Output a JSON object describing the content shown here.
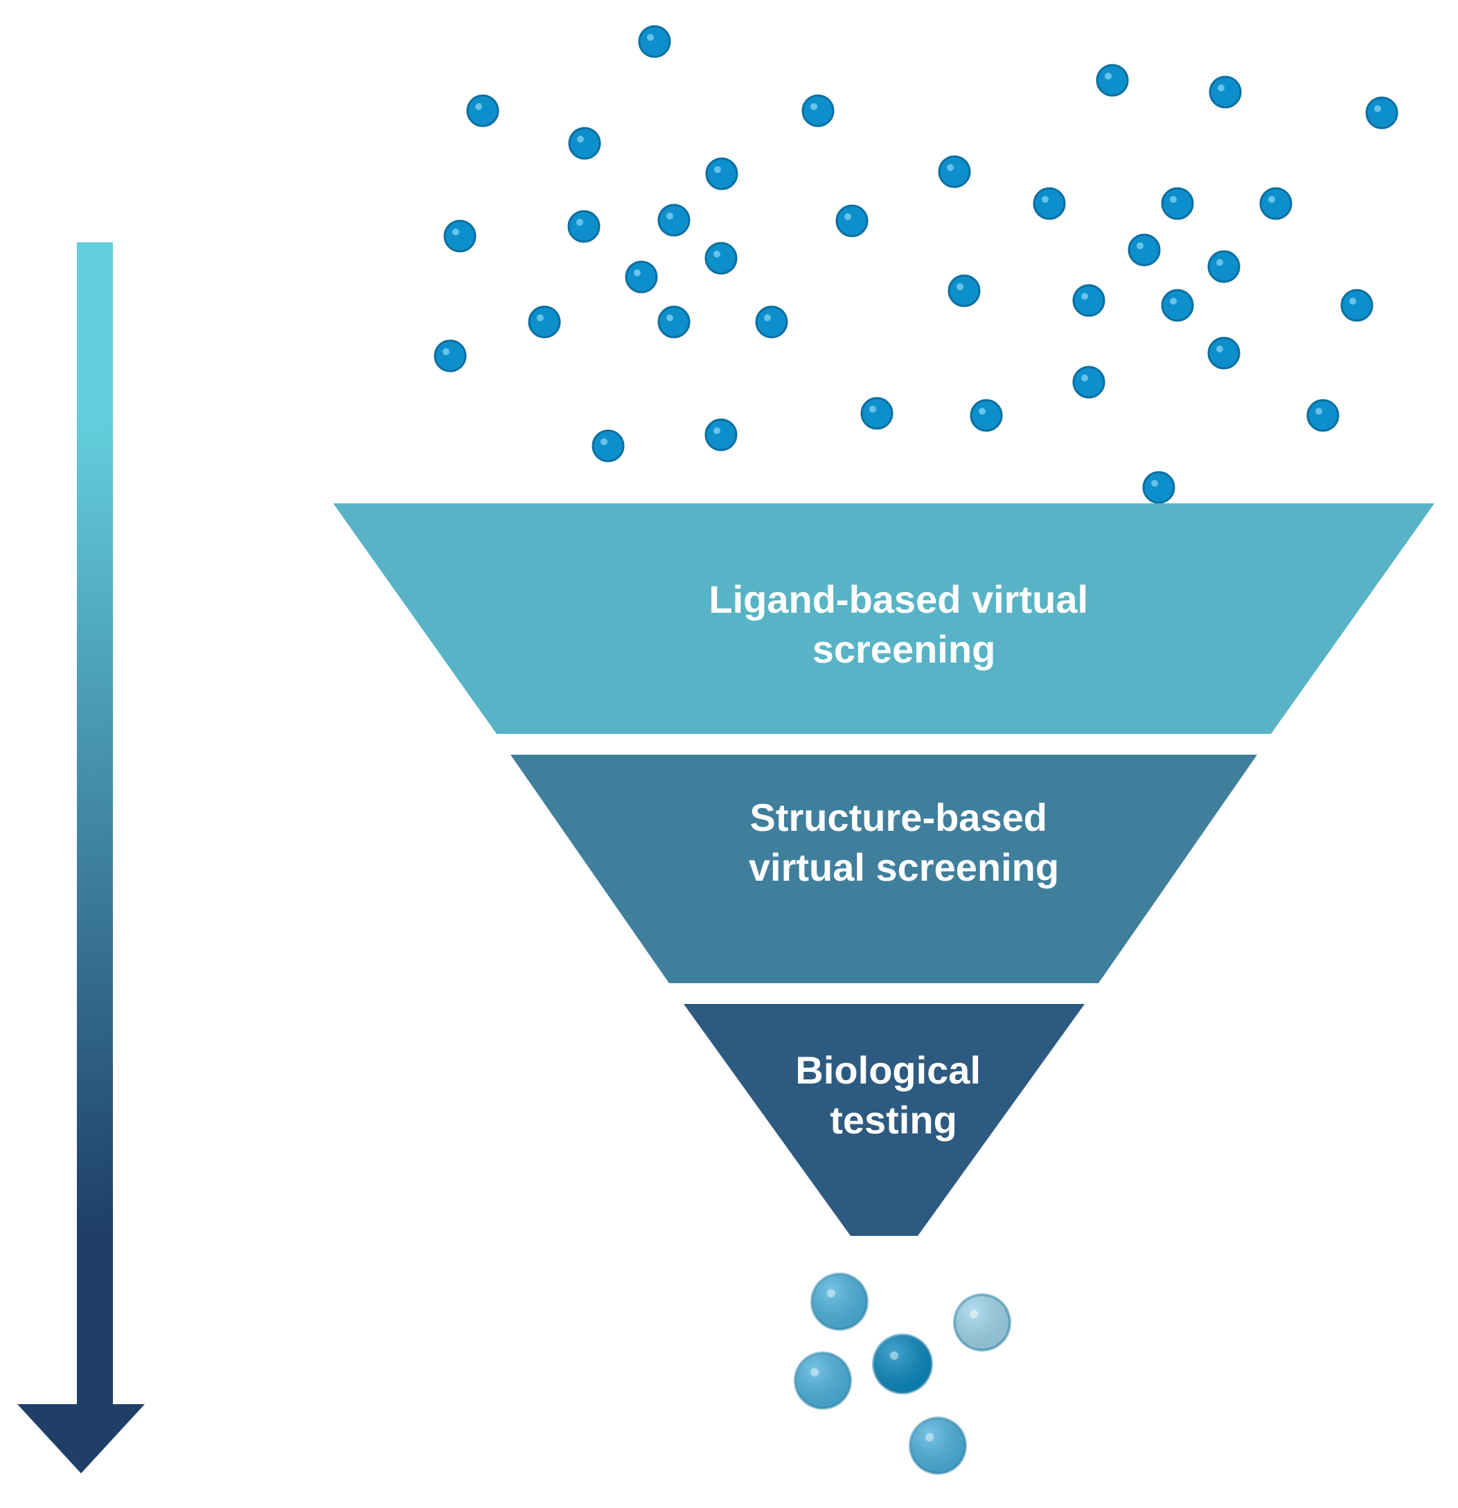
{
  "colors": {
    "arrow_top": "#63cfdc",
    "arrow_bottom": "#1f3f68",
    "stage1": "#58b3c6",
    "stage2": "#3f7f9c",
    "stage3": "#2d5a80",
    "molecule": "#0d8fcc",
    "hit_light": "#9fd6ec",
    "hit_mid": "#4cb2de",
    "hit_dark": "#0a88c0"
  },
  "funnel": {
    "stages": [
      {
        "lines": [
          "Ligand-based virtual",
          "screening"
        ]
      },
      {
        "lines": [
          "Structure-based",
          "virtual screening"
        ]
      },
      {
        "lines": [
          "Biological",
          "testing"
        ]
      }
    ]
  }
}
